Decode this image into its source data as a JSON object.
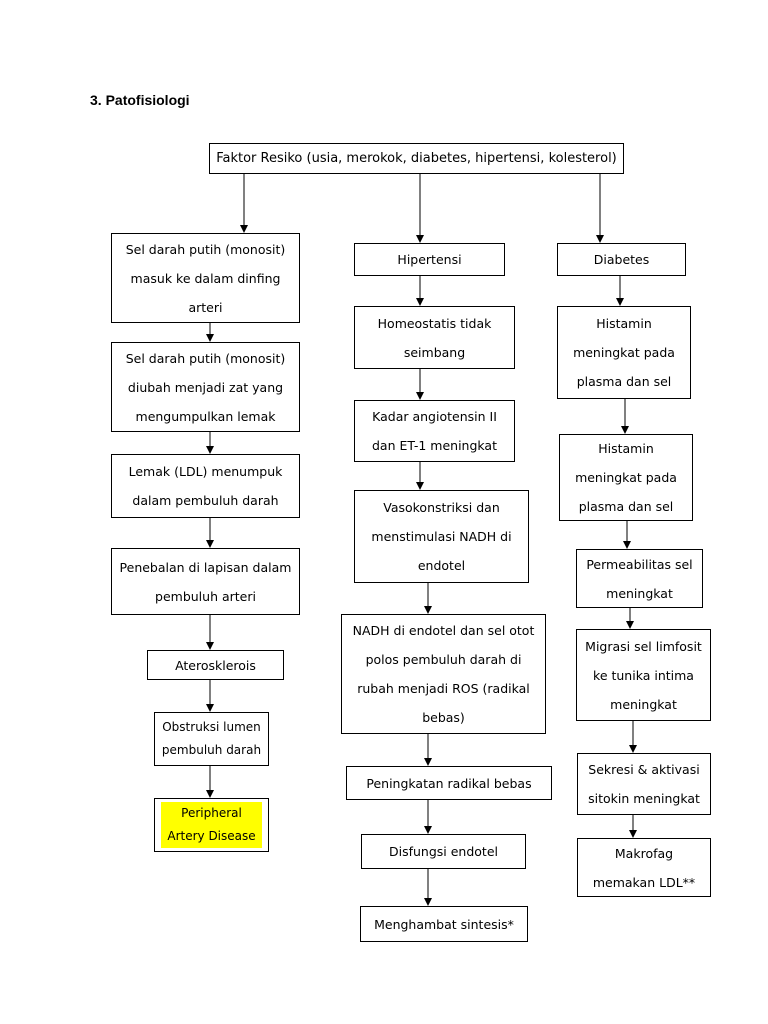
{
  "heading": "3. Patofisiologi",
  "root": "Faktor Resiko (usia, merokok, diabetes, hipertensi, kolesterol)",
  "left": [
    "Sel darah putih (monosit) masuk ke dalam dinfing arteri",
    "Sel darah putih (monosit) diubah menjadi zat yang mengumpulkan lemak",
    "Lemak (LDL) menumpuk dalam pembuluh darah",
    "Penebalan di lapisan dalam pembuluh arteri",
    "Aterosklerois",
    "Obstruksi lumen pembuluh darah",
    "Peripheral Artery Disease"
  ],
  "middle": [
    "Hipertensi",
    "Homeostatis tidak seimbang",
    "Kadar angiotensin II dan ET-1 meningkat",
    "Vasokonstriksi dan menstimulasi NADH di endotel",
    "NADH di endotel dan sel otot polos pembuluh darah di rubah menjadi ROS (radikal bebas)",
    "Peningkatan radikal bebas",
    "Disfungsi endotel",
    "Menghambat sintesis*"
  ],
  "right": [
    "Diabetes",
    "Histamin meningkat pada plasma dan sel",
    "Histamin meningkat pada plasma dan sel",
    "Permeabilitas sel meningkat",
    "Migrasi sel limfosit ke tunika intima meningkat",
    "Sekresi & aktivasi sitokin meningkat",
    "Makrofag memakan LDL**"
  ],
  "colors": {
    "highlight": "#ffff00",
    "line": "#000000"
  }
}
